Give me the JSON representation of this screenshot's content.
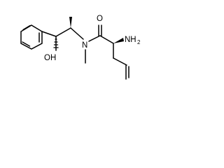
{
  "molecule": {
    "colors": {
      "bond": "#000000",
      "label": "#000000",
      "background": "#ffffff"
    },
    "labels": {
      "carbonyl_oxygen": "O",
      "amino": "NH",
      "amino_subscript": "2",
      "amide_nitrogen": "N",
      "hydroxyl": "OH"
    }
  }
}
